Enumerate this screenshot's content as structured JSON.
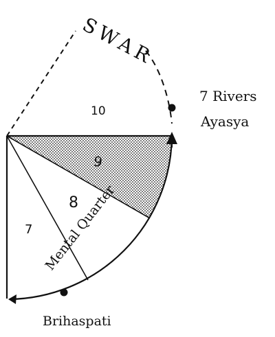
{
  "labels": {
    "swar": "SWAR",
    "sector_10": "10",
    "sector_9": "9",
    "sector_8": "8",
    "sector_7": "7",
    "mental_quarter": "Mental Quarter",
    "rivers": "7 Rivers",
    "ayasya": "Ayasya",
    "brihaspati": "Brihaspati"
  },
  "colors": {
    "ink": "#111111",
    "stipple": "#9a9a9a"
  }
}
